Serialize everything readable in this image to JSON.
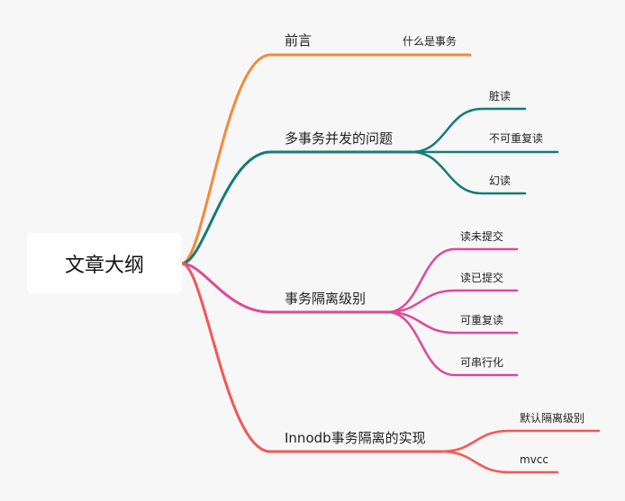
{
  "root": {
    "label": "文章大纲"
  },
  "branches": [
    {
      "label": "前言",
      "color": "#f5893a",
      "children": [
        {
          "label": "什么是事务"
        }
      ]
    },
    {
      "label": "多事务并发的问题",
      "color": "#137b7b",
      "children": [
        {
          "label": "脏读"
        },
        {
          "label": "不可重复读"
        },
        {
          "label": "幻读"
        }
      ]
    },
    {
      "label": "事务隔离级别",
      "color": "#df4899",
      "children": [
        {
          "label": "读未提交"
        },
        {
          "label": "读已提交"
        },
        {
          "label": "可重复读"
        },
        {
          "label": "可串行化"
        }
      ]
    },
    {
      "label": "Innodb事务隔离的实现",
      "color": "#f65656",
      "children": [
        {
          "label": "默认隔离级别"
        },
        {
          "label": "mvcc"
        }
      ]
    }
  ]
}
